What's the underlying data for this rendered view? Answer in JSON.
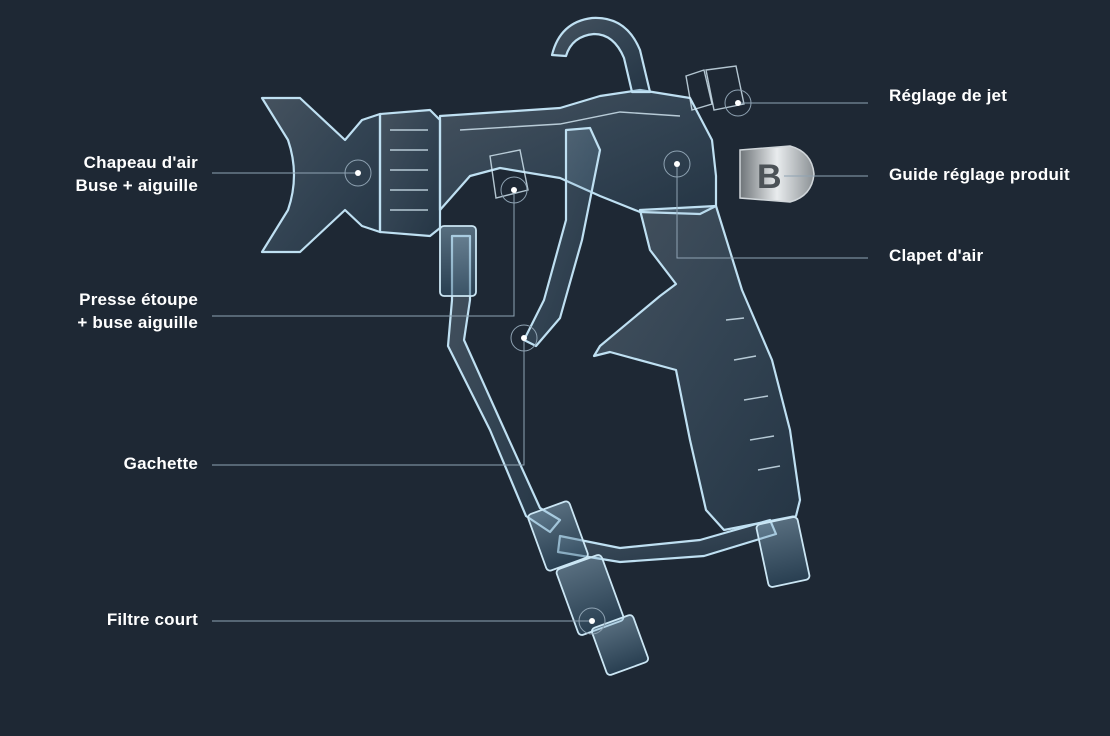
{
  "diagram": {
    "background_color": "#1e2834",
    "line_color": "#8fa3b3",
    "marker_color": "#ffffff",
    "object": "spray-gun-x-ray-illustration",
    "labels": {
      "reglage_de_jet": "Réglage de jet",
      "guide_reglage_produit": "Guide réglage produit",
      "clapet_air": "Clapet d'air",
      "chapeau_air": "Chapeau d'air",
      "buse_aiguille": "Buse + aiguille",
      "presse_etoupe": "Presse étoupe",
      "buse_aiguille_2": "+ buse aiguille",
      "gachette": "Gachette",
      "filtre_court": "Filtre court"
    }
  }
}
